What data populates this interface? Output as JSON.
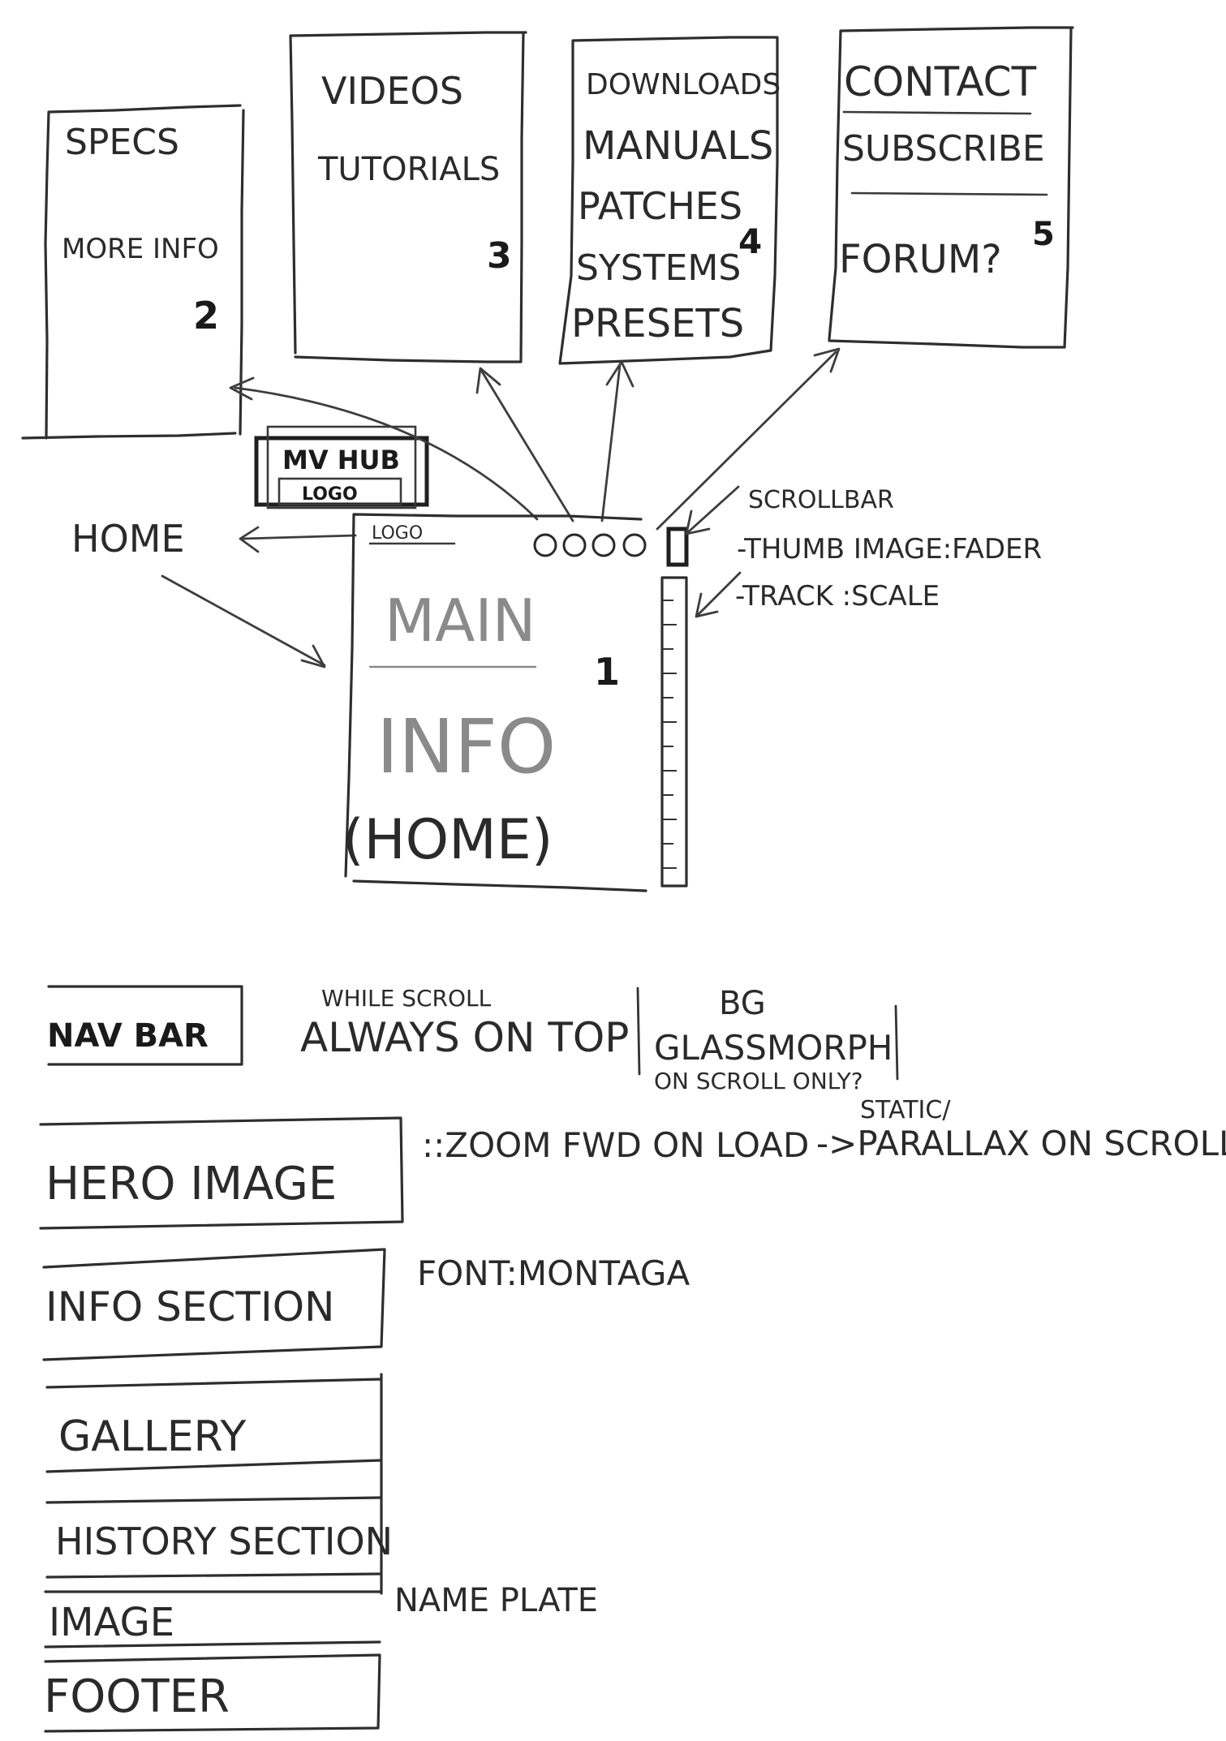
{
  "top_sections": [
    {
      "number": "2",
      "lines": [
        "SPECS",
        "MORE INFO"
      ]
    },
    {
      "number": "3",
      "lines": [
        "VIDEOS",
        "TUTORIALS"
      ]
    },
    {
      "number": "4",
      "lines": [
        "DOWNLOADS",
        "MANUALS",
        "PATCHES",
        "SYSTEMS",
        "PRESETS"
      ]
    },
    {
      "number": "5",
      "lines": [
        "CONTACT",
        "SUBSCRIBE",
        "FORUM?"
      ]
    }
  ],
  "logo": {
    "text": "MV HUB",
    "sub": "LOGO"
  },
  "home_label": "HOME",
  "main_page": {
    "number": "1",
    "logo_label": "LOGO",
    "lines": [
      "MAIN",
      "INFO",
      "(HOME)"
    ]
  },
  "scrollbar_notes": {
    "title": "SCROLLBAR",
    "thumb": "-THUMB IMAGE:FADER",
    "track": "-TRACK :SCALE"
  },
  "layout_blocks": [
    {
      "label": "NAV BAR"
    },
    {
      "label": "HERO IMAGE"
    },
    {
      "label": "INFO SECTION"
    },
    {
      "label": "GALLERY"
    },
    {
      "label": "HISTORY SECTION"
    },
    {
      "label": "IMAGE"
    },
    {
      "label": "FOOTER"
    }
  ],
  "notes": {
    "navbar_small": "WHILE SCROLL",
    "navbar_main": "ALWAYS ON TOP",
    "bg_label": "BG",
    "glassmorph": "GLASSMORPH",
    "on_scroll_only": "ON SCROLL ONLY?",
    "static_label": "STATIC/",
    "hero_note": "::ZOOM FWD ON LOAD",
    "parallax": "->PARALLAX ON SCROLL",
    "font_note": "FONT:MONTAGA",
    "name_plate": "NAME PLATE"
  }
}
